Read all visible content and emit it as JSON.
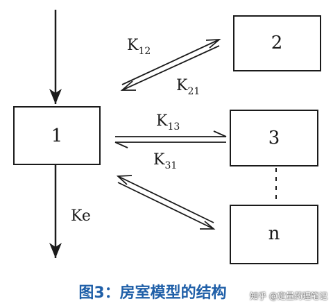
{
  "compartments": {
    "c1": "1",
    "c2": "2",
    "c3": "3",
    "cn": "n"
  },
  "rates": {
    "k12": {
      "main": "K",
      "sub": "12"
    },
    "k21": {
      "main": "K",
      "sub": "21"
    },
    "k13": {
      "main": "K",
      "sub": "13"
    },
    "k31": {
      "main": "K",
      "sub": "31"
    },
    "ke": "Ke"
  },
  "caption": "图3：房室模型的结构",
  "watermark": "知乎 @定量药理笔记",
  "colors": {
    "ink": "#1a1a1a",
    "caption": "#1f5fa8"
  }
}
